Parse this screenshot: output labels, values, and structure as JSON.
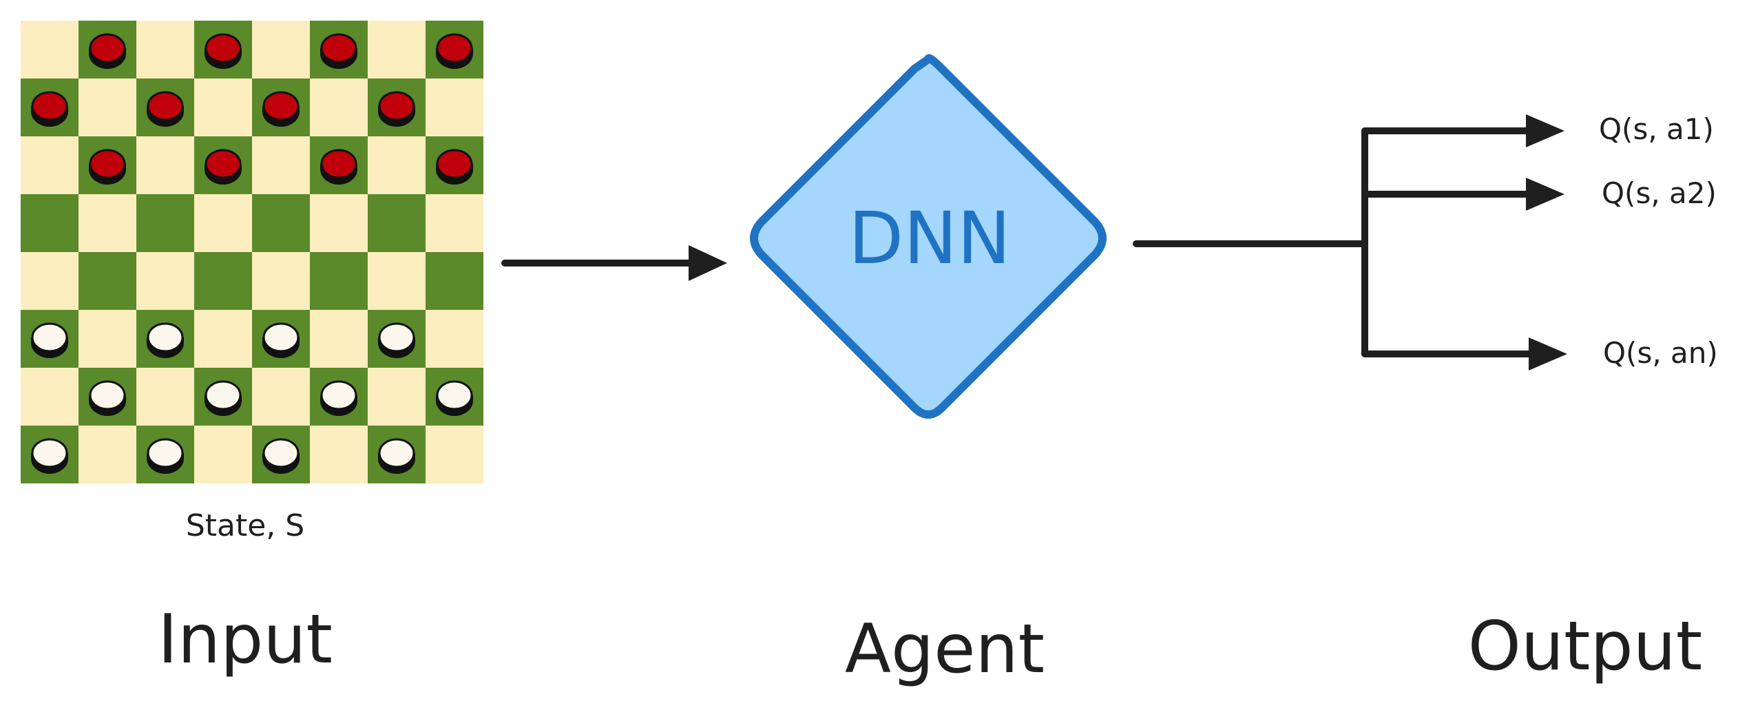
{
  "input": {
    "caption": "State, S",
    "section_label": "Input"
  },
  "board": {
    "rows": 8,
    "cols": 8,
    "light_square_color": "#fdeec0",
    "dark_square_color": "#5a8a2a",
    "pieces": [
      "0R0R0R0R",
      "R0R0R0R0",
      "0R0R0R0R",
      "00000000",
      "00000000",
      "W0W0W0W0",
      "0W0W0W0W",
      "W0W0W0W0"
    ],
    "red_piece_color": "#c0000a",
    "white_piece_color": "#fbf7ee"
  },
  "agent": {
    "node_label": "DNN",
    "section_label": "Agent",
    "fill_color": "#a5d6fc",
    "stroke_color": "#1f73c2",
    "text_color": "#1f73c2"
  },
  "output": {
    "section_label": "Output",
    "items": [
      "Q(s, a1)",
      "Q(s, a2)",
      "Q(s, an)"
    ]
  },
  "arrow_color": "#1f1f1f"
}
